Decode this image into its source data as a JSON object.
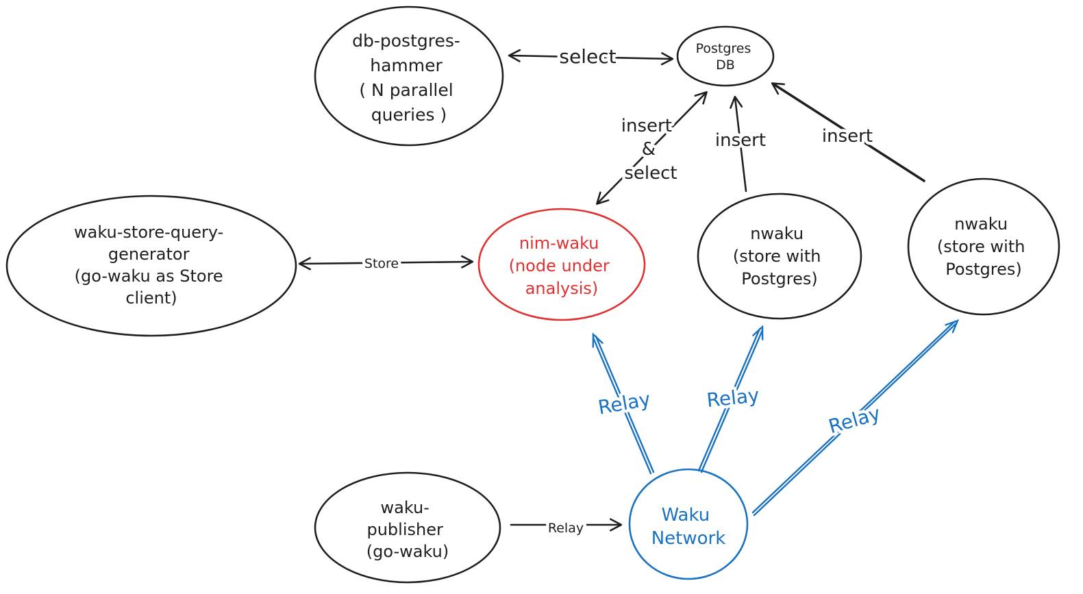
{
  "colors": {
    "ink": "#1e1e1e",
    "red": "#e03131",
    "blue": "#1971c2",
    "canvas": "#ffffff"
  },
  "nodes": {
    "db_postgres_hammer": {
      "lines": [
        "db-postgres-",
        "hammer",
        "( N parallel",
        "queries )"
      ]
    },
    "postgres_db": {
      "lines": [
        "Postgres",
        "DB"
      ]
    },
    "waku_store_query_generator": {
      "lines": [
        "waku-store-query-",
        "generator",
        "(go-waku as Store",
        "client)"
      ]
    },
    "nim_waku": {
      "lines": [
        "nim-waku",
        "(node under",
        "analysis)"
      ],
      "color": "#e03131"
    },
    "nwaku_store_mid": {
      "lines": [
        "nwaku",
        "(store with",
        "Postgres)"
      ]
    },
    "nwaku_store_right": {
      "lines": [
        "nwaku",
        "(store with",
        "Postgres)"
      ]
    },
    "waku_publisher": {
      "lines": [
        "waku-",
        "publisher",
        "(go-waku)"
      ]
    },
    "waku_network": {
      "lines": [
        "Waku",
        "Network"
      ],
      "color": "#1971c2"
    }
  },
  "edges": {
    "hammer_select": {
      "label": "select"
    },
    "nim_insert_select": {
      "lines": [
        "insert",
        "&",
        "select"
      ]
    },
    "nwaku_mid_insert": {
      "label": "insert"
    },
    "nwaku_right_insert": {
      "label": "insert"
    },
    "store": {
      "label": "Store"
    },
    "publisher_relay": {
      "label": "Relay"
    },
    "relay_to_nim": {
      "label": "Relay"
    },
    "relay_to_nwaku_mid": {
      "label": "Relay"
    },
    "relay_to_nwaku_right": {
      "label": "Relay"
    }
  }
}
